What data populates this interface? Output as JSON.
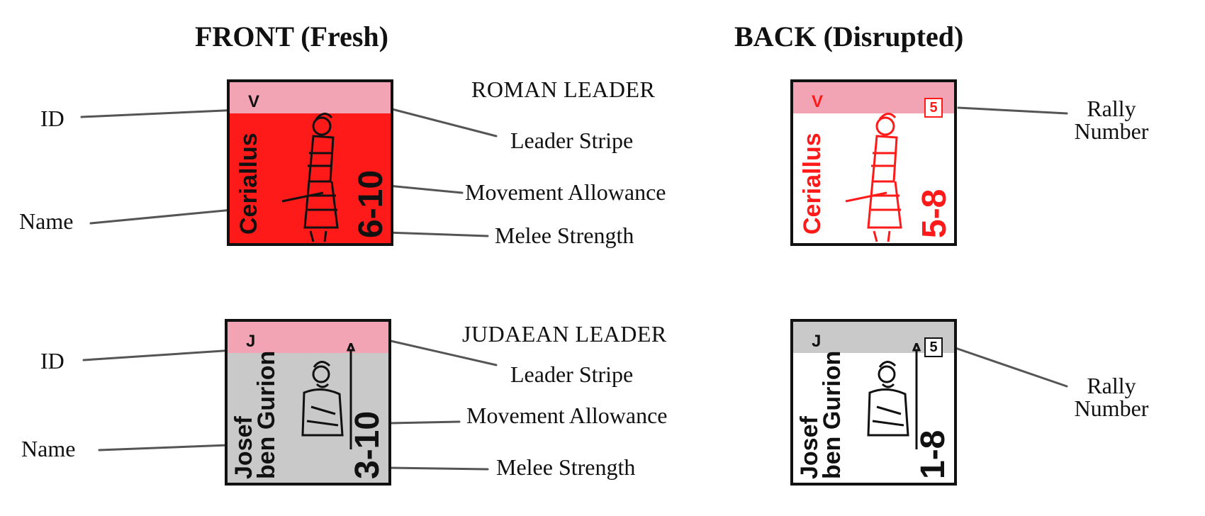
{
  "headings": {
    "front": "FRONT (Fresh)",
    "back": "BACK (Disrupted)"
  },
  "roman": {
    "title": "ROMAN LEADER",
    "labels": {
      "id": "ID",
      "name": "Name",
      "leader_stripe": "Leader Stripe",
      "movement_allowance": "Movement Allowance",
      "melee_strength": "Melee Strength",
      "rally_number_line1": "Rally",
      "rally_number_line2": "Number"
    },
    "front": {
      "id": "V",
      "name": "Ceriallus",
      "values": "6-10"
    },
    "back": {
      "id": "V",
      "name": "Ceriallus",
      "values": "5-8",
      "rally": "5"
    }
  },
  "judaean": {
    "title": "JUDAEAN LEADER",
    "labels": {
      "id": "ID",
      "name": "Name",
      "leader_stripe": "Leader Stripe",
      "movement_allowance": "Movement Allowance",
      "melee_strength": "Melee Strength",
      "rally_number_line1": "Rally",
      "rally_number_line2": "Number"
    },
    "front": {
      "id": "J",
      "name_line1": "Josef",
      "name_line2": "ben Gurion",
      "values": "3-10"
    },
    "back": {
      "id": "J",
      "name_line1": "Josef",
      "name_line2": "ben Gurion",
      "values": "1-8",
      "rally": "5"
    }
  },
  "colors": {
    "roman_red": "#ff1a1a",
    "stripe_pink": "#f2a3b4",
    "judaean_grey": "#c9c9c9",
    "ink": "#111111"
  }
}
